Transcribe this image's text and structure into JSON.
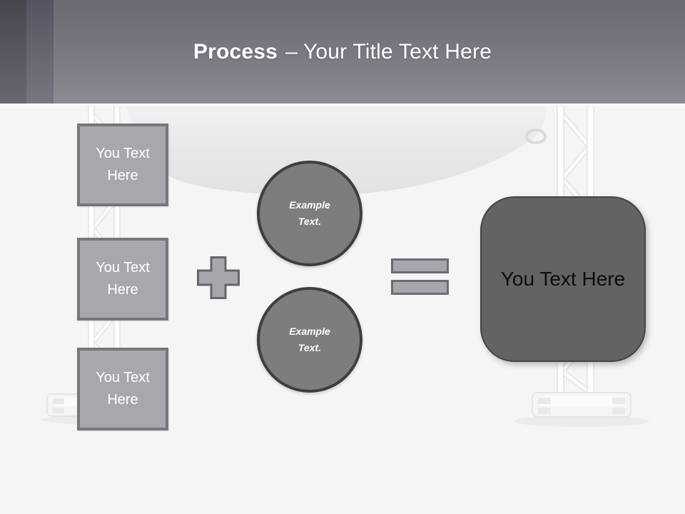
{
  "header": {
    "title_bold": "Process",
    "title_rest": "– Your Title Text Here"
  },
  "diagram": {
    "input_boxes": [
      {
        "label": "You Text Here"
      },
      {
        "label": "You Text Here"
      },
      {
        "label": "You Text Here"
      }
    ],
    "operators": {
      "plus_icon": "plus-sign",
      "equals_icon": "equals-sign"
    },
    "example_circles": [
      {
        "label": "Example Text."
      },
      {
        "label": "Example Text."
      }
    ],
    "result_box": {
      "label": "You Text Here"
    }
  },
  "backdrop": {
    "description_icons": [
      "stage-banner",
      "truss-pole-left",
      "truss-pole-right"
    ]
  },
  "colors": {
    "header_gradient_top": "#6b6971",
    "header_gradient_bottom": "#8d8b92",
    "side_strip_dark": "#48454e",
    "side_strip_mid": "#565360",
    "canvas_background": "#f5f5f6",
    "banner_fill": "#e9e9eb",
    "input_box_fill": "#a9a7ae",
    "input_box_border": "#78767d",
    "circle_fill": "#7e7c7e",
    "circle_border": "#3e3d40",
    "operator_fill": "#a8a6ad",
    "operator_border": "#6e6c72",
    "result_box_fill": "#646264",
    "result_box_border": "#454345",
    "title_text": "#ffffff",
    "box_text": "#ffffff",
    "result_text": "#0d0d0d"
  }
}
